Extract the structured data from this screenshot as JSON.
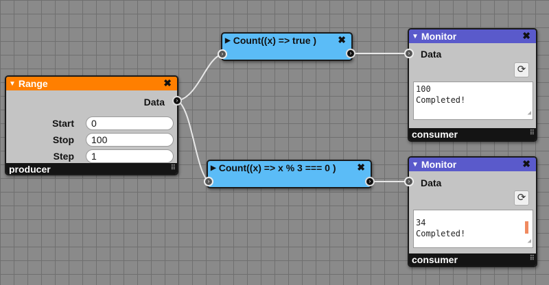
{
  "range": {
    "title": "Range",
    "output_label": "Data",
    "fields": [
      {
        "label": "Start",
        "value": "0"
      },
      {
        "label": "Stop",
        "value": "100"
      },
      {
        "label": "Step",
        "value": "1"
      }
    ],
    "footer": "producer"
  },
  "count1": {
    "title": "Count((x) => true )"
  },
  "count2": {
    "title": "Count((x) => x % 3 === 0 )"
  },
  "monitor1": {
    "title": "Monitor",
    "input_label": "Data",
    "output_lines": [
      "100",
      "Completed!"
    ],
    "footer": "consumer"
  },
  "monitor2": {
    "title": "Monitor",
    "input_label": "Data",
    "output_lines": [
      "34",
      "Completed!"
    ],
    "footer": "consumer"
  },
  "colors": {
    "range_header": "#ff7f00",
    "count_body": "#5bbcf7",
    "monitor_header": "#5a5acb",
    "wire": "#e8e8e8"
  },
  "icons": {
    "collapse": "triangle-down-icon",
    "expand": "triangle-right-icon",
    "close": "close-icon",
    "refresh": "refresh-icon",
    "port": "chevron-right-icon"
  }
}
